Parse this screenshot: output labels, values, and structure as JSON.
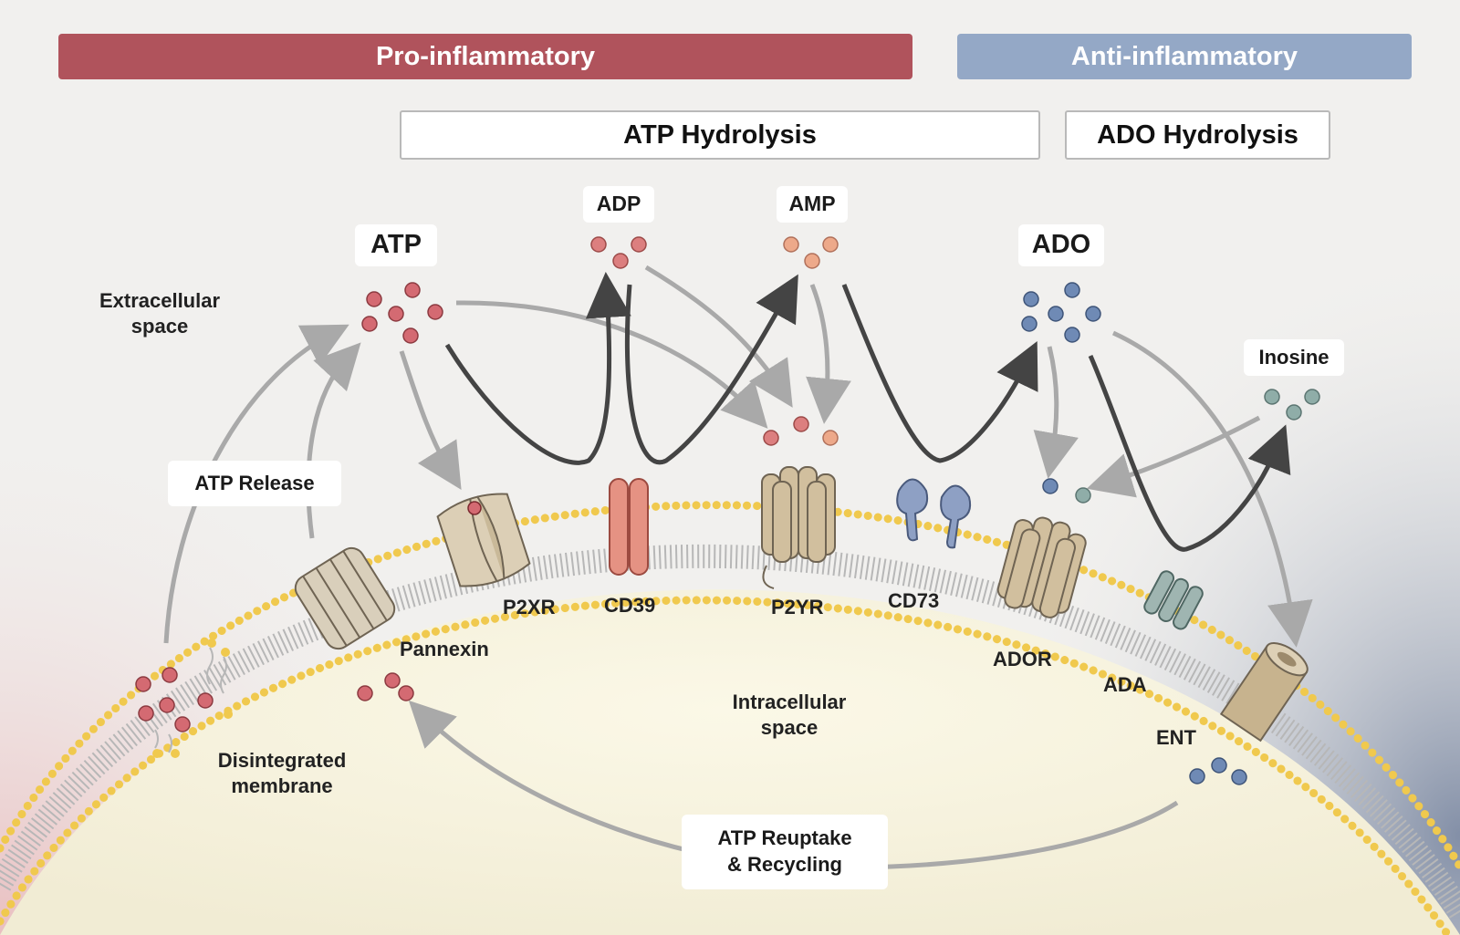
{
  "banner": {
    "pro_inflammatory": "Pro-inflammatory",
    "anti_inflammatory": "Anti-inflammatory",
    "pro_color": "#b0535c",
    "anti_color": "#94a8c6"
  },
  "stages": {
    "atp_hydrolysis": "ATP Hydrolysis",
    "ado_hydrolysis": "ADO Hydrolysis"
  },
  "molecules": {
    "atp": "ATP",
    "adp": "ADP",
    "amp": "AMP",
    "ado": "ADO",
    "inosine": "Inosine",
    "atp_color": "#d46a72",
    "adp_color": "#dc7f7f",
    "amp_color": "#eda98a",
    "ado_color": "#6f8ab5",
    "inosine_color": "#8fada8"
  },
  "regions": {
    "extracellular_line1": "Extracellular",
    "extracellular_line2": "space",
    "intracellular_line1": "Intracellular",
    "intracellular_line2": "space",
    "disintegrated_line1": "Disintegrated",
    "disintegrated_line2": "membrane"
  },
  "proteins": {
    "pannexin": "Pannexin",
    "p2xr": "P2XR",
    "cd39": "CD39",
    "p2yr": "P2YR",
    "cd73": "CD73",
    "ador": "ADOR",
    "ada": "ADA",
    "ent": "ENT"
  },
  "processes": {
    "atp_release": "ATP Release",
    "reuptake_line1": "ATP Reuptake",
    "reuptake_line2": "& Recycling"
  }
}
